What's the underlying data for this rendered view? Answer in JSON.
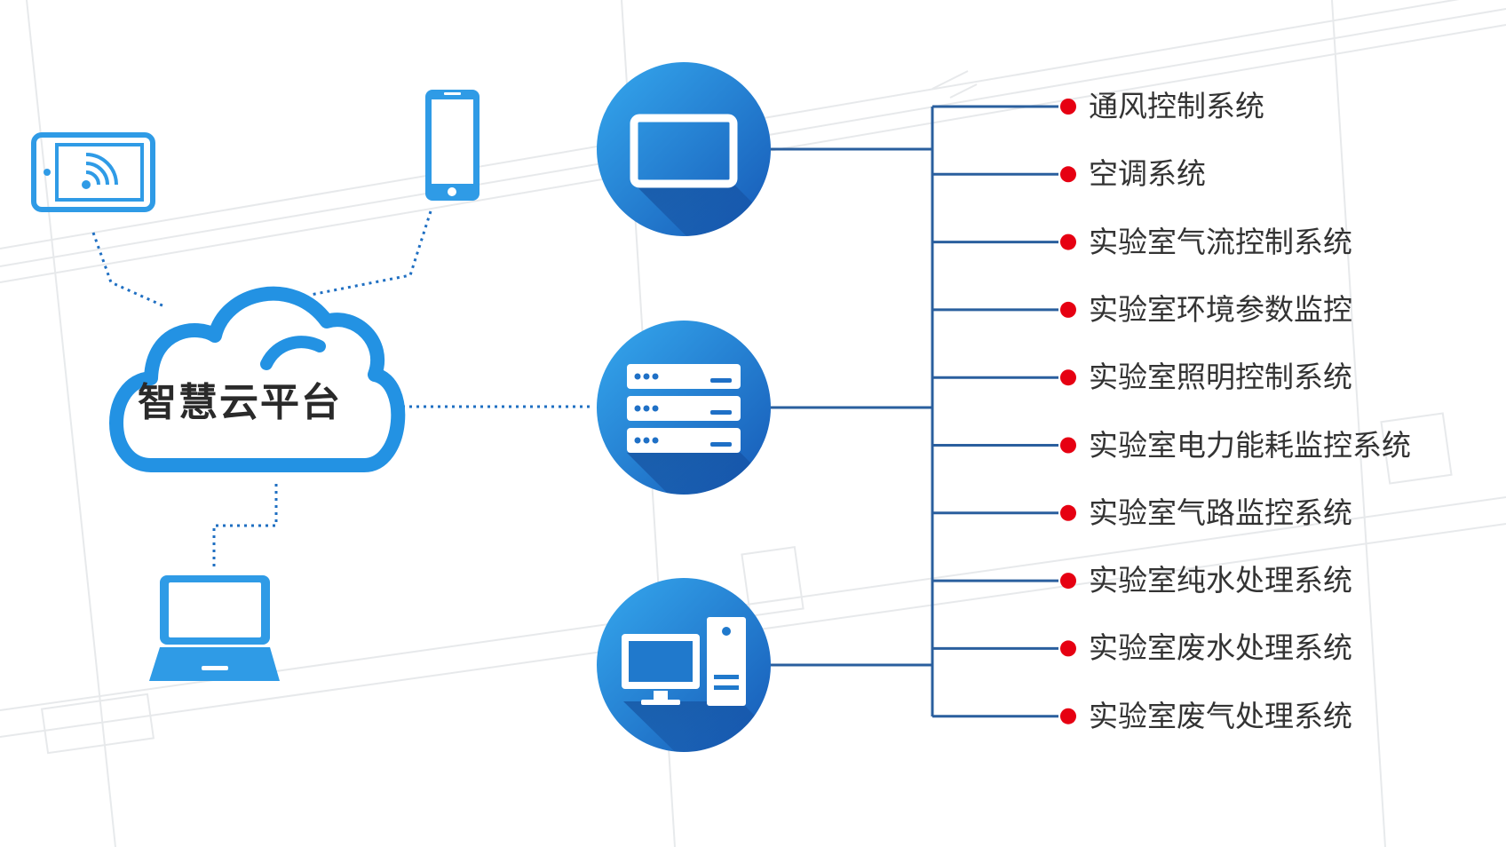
{
  "cloud": {
    "label": "智慧云平台"
  },
  "devices": [
    {
      "name": "tablet",
      "icon": "tablet-wifi-icon"
    },
    {
      "name": "phone",
      "icon": "smartphone-icon"
    },
    {
      "name": "laptop",
      "icon": "laptop-icon"
    }
  ],
  "hubs": [
    {
      "name": "monitor",
      "icon": "monitor-icon"
    },
    {
      "name": "server",
      "icon": "server-rack-icon"
    },
    {
      "name": "desktop",
      "icon": "desktop-computer-icon"
    }
  ],
  "systems": [
    "通风控制系统",
    "空调系统",
    "实验室气流控制系统",
    "实验室环境参数监控",
    "实验室照明控制系统",
    "实验室电力能耗监控系统",
    "实验室气路监控系统",
    "实验室纯水处理系统",
    "实验室废水处理系统",
    "实验室废气处理系统"
  ],
  "colors": {
    "primary_blue": "#1f8ee0",
    "dark_blue": "#1560b8",
    "connector_line": "#2a5f9e",
    "bullet_red": "#e60012",
    "text": "#333333"
  }
}
